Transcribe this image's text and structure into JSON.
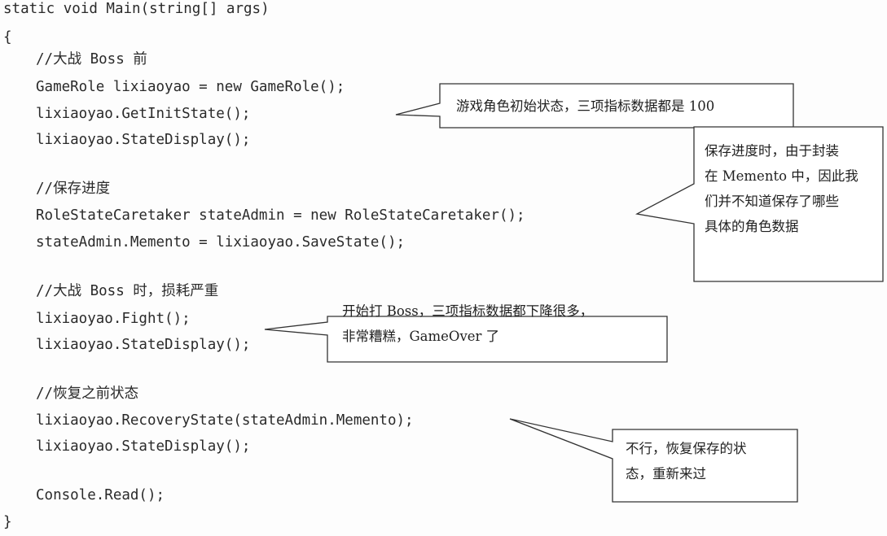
{
  "code": {
    "lines": [
      "static void Main(string[] args)",
      "{",
      "//大战 Boss 前",
      "GameRole lixiaoyao = new GameRole();",
      "lixiaoyao.GetInitState();",
      "lixiaoyao.StateDisplay();",
      "//保存进度",
      "RoleStateCaretaker stateAdmin = new RoleStateCaretaker();",
      "stateAdmin.Memento = lixiaoyao.SaveState();",
      "//大战 Boss 时，损耗严重",
      "lixiaoyao.Fight();",
      "lixiaoyao.StateDisplay();",
      "//恢复之前状态",
      "lixiaoyao.RecoveryState(stateAdmin.Memento);",
      "lixiaoyao.StateDisplay();",
      "Console.Read();",
      "}"
    ]
  },
  "callouts": {
    "init_state": "游戏角色初始状态，三项指标数据都是 100",
    "save_progress": "保存进度时，由于封装\n在 Memento 中，因此我\n们并不知道保存了哪些\n具体的角色数据",
    "fight": "开始打 Boss，三项指标数据都下降很多，\n非常糟糕，GameOver 了",
    "recovery": "不行，恢复保存的状\n态，重新来过"
  }
}
